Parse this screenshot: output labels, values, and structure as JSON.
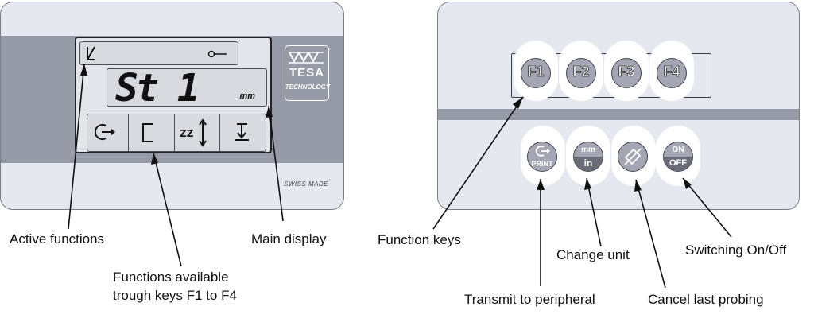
{
  "display": {
    "main_reading": "St 1",
    "unit": "mm",
    "brand_name": "TESA",
    "brand_sub": "TECHNOLOGY",
    "made_in": "SWISS MADE",
    "softkey_icons": [
      "transmit-icon",
      "bracket-icon",
      "zz-arrow-icon",
      "zero-set-icon"
    ],
    "status_icons": [
      "active-function-icon",
      "key-icon"
    ]
  },
  "keypad": {
    "function_keys": [
      {
        "label": "F1"
      },
      {
        "label": "F2"
      },
      {
        "label": "F3"
      },
      {
        "label": "F4"
      }
    ],
    "print_label": "PRINT",
    "unit_top": "mm",
    "unit_bottom": "in",
    "on_label": "ON",
    "off_label": "OFF"
  },
  "annotations": {
    "active_functions": "Active functions",
    "functions_available_1": "Functions available",
    "functions_available_2": "trough keys F1 to F4",
    "main_display": "Main display",
    "function_keys": "Function keys",
    "change_unit": "Change unit",
    "switching": "Switching On/Off",
    "transmit": "Transmit to peripheral",
    "cancel": "Cancel last probing"
  },
  "colors": {
    "panel": "#e6e8f0",
    "band": "#979aa7",
    "button": "#a4a7b3",
    "button_dark": "#6a6d78"
  }
}
